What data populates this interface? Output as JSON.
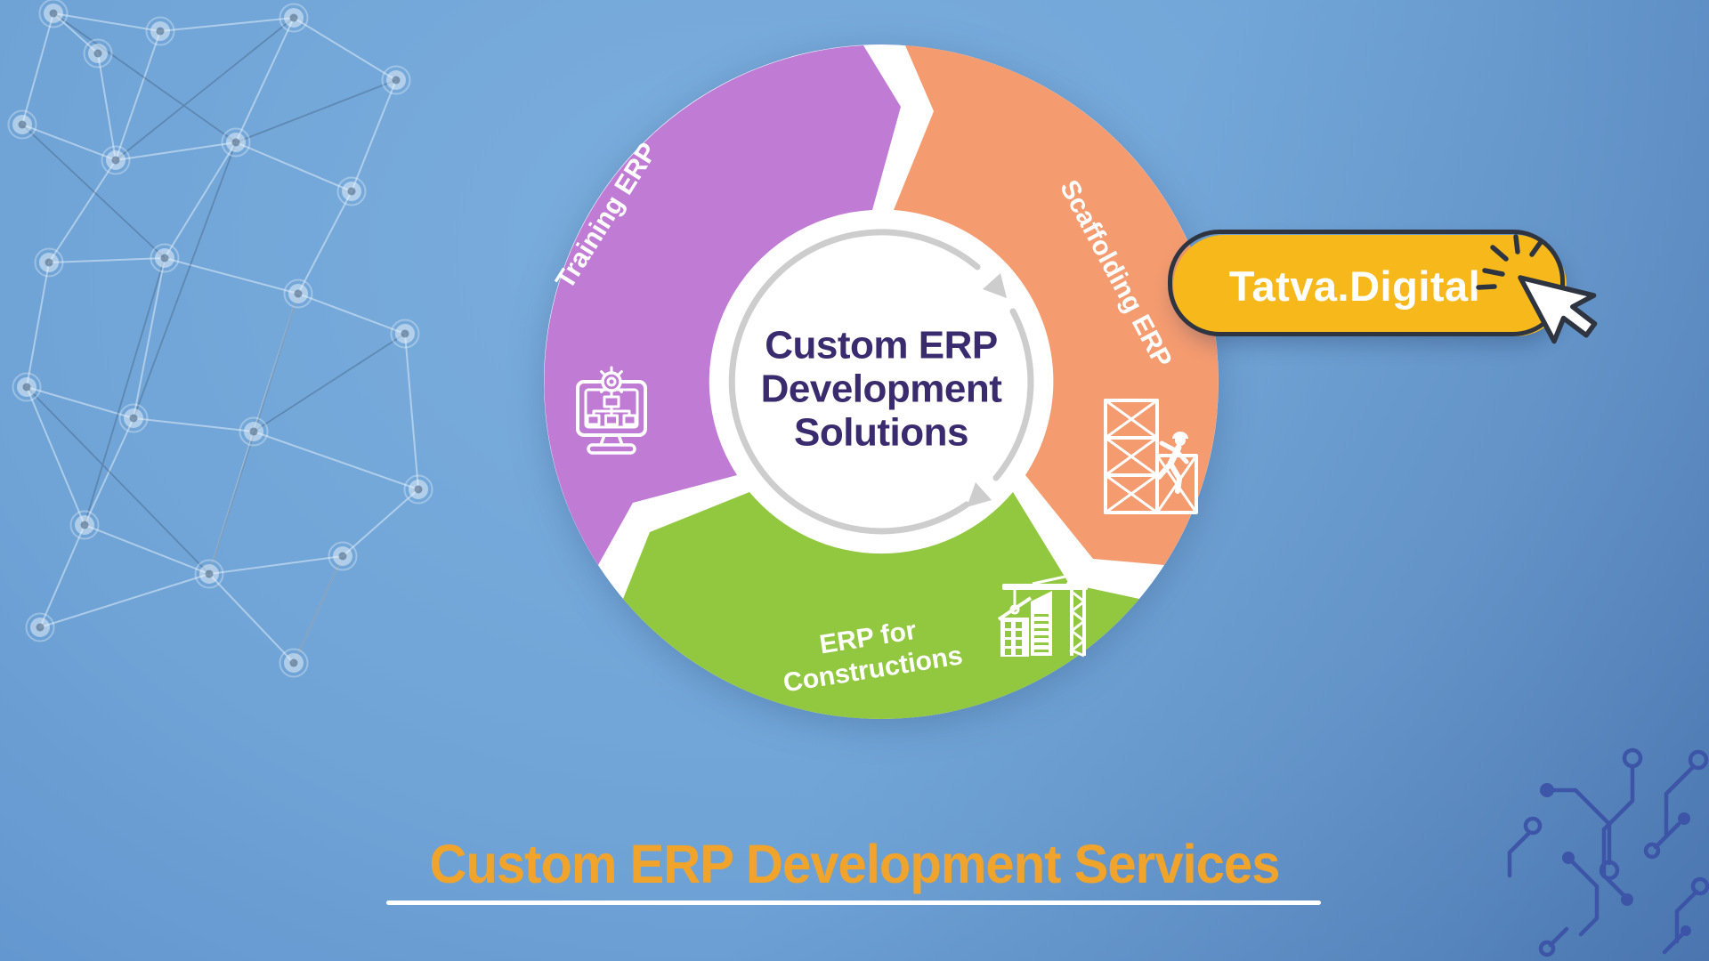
{
  "diagram": {
    "center_lines": [
      "Custom ERP",
      "Development",
      "Solutions"
    ],
    "center_text_color": "#3A2A6E",
    "arrow_ring_color": "#CDCDCD",
    "segments": [
      {
        "label": "Training ERP",
        "color": "#C07CD5",
        "icon": "monitor-flowchart-icon"
      },
      {
        "label": "Scaffolding ERP",
        "color": "#F49B70",
        "icon": "scaffolding-worker-icon"
      },
      {
        "label_line1": "ERP for",
        "label_line2": "Constructions",
        "color": "#92C83F",
        "icon": "crane-building-icon"
      }
    ]
  },
  "badge": {
    "label": "Tatva.Digital",
    "fill_color": "#F6B81B",
    "outline_color": "#2F3540",
    "text_color": "#FFFFFF",
    "cursor_icon": "mouse-cursor-icon",
    "click_icon": "click-burst-icon"
  },
  "footer": {
    "title": "Custom ERP Development Services",
    "title_color": "#F0A42C",
    "underline_color": "#FFFFFF"
  },
  "background": {
    "top_color": "#7CAFDE",
    "edge_color": "#3F6BB2",
    "network_decoration": "plexus-network-pattern",
    "circuit_decoration": "circuit-board-pattern",
    "circuit_color": "#3B51A6"
  }
}
